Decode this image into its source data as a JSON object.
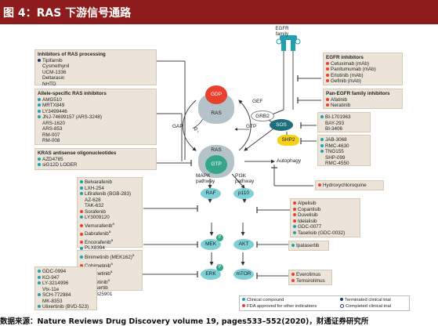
{
  "header": {
    "title": "图 4：RAS 下游信号通路"
  },
  "footer": {
    "source": "数据来源：Nature Reviews Drug Discovery volume 19, pages533–552(2020)，财通证券研究所"
  },
  "receptor": {
    "line1": "EGFR",
    "line2": "family"
  },
  "nodes": {
    "ras_gdp_top": "RAS",
    "gdp": "GDP",
    "ras_gtp_top": "RAS",
    "gtp": "GTP",
    "grb2": "GRB2",
    "sos": "SOS",
    "shp2": "SHP2",
    "raf": "RAF",
    "mek": "MEK",
    "erk": "ERK",
    "p110": "p110",
    "akt": "AKT",
    "mtor": "mTOR",
    "p": "P"
  },
  "labels": {
    "gap": "GAP",
    "gef": "GEF",
    "gtp": "GTP",
    "pi": "P",
    "pi_sub": "i",
    "autophagy": "Autophagy",
    "mapk": "MAPK",
    "mapk2": "pathway",
    "pi3k": "PI3K",
    "pi3k2": "pathway"
  },
  "boxes": {
    "ras_processing": {
      "title": "Inhibitors of RAS processing",
      "items": [
        {
          "dot": "term",
          "text": "Tipifarnib"
        },
        {
          "dot": "none",
          "text": "Cysmethynil"
        },
        {
          "dot": "none",
          "text": "UCM-1336"
        },
        {
          "dot": "none",
          "text": "Deltarasin"
        },
        {
          "dot": "none",
          "text": "NHTD"
        }
      ]
    },
    "allele_specific": {
      "title": "Allele-specific RAS inhibitors",
      "items": [
        {
          "dot": "clin",
          "text": "AMG510"
        },
        {
          "dot": "clin",
          "text": "MRTX849"
        },
        {
          "dot": "clin",
          "text": "LY3499446"
        },
        {
          "dot": "clin",
          "text": "JNJ-74699157 (ARS-3248)"
        },
        {
          "dot": "none",
          "text": "ARS-1620"
        },
        {
          "dot": "none",
          "text": "ARS-853"
        },
        {
          "dot": "none",
          "text": "RM-007"
        },
        {
          "dot": "none",
          "text": "RM-008"
        }
      ]
    },
    "antisense": {
      "title": "KRAS antisense oligonucleotides",
      "items": [
        {
          "dot": "clin",
          "text": "AZD4785"
        },
        {
          "dot": "clin",
          "text": "siG12D LODER"
        }
      ]
    },
    "egfr": {
      "title": "EGFR inhibitors",
      "items": [
        {
          "dot": "fda",
          "text": "Cetuximab (mAb)"
        },
        {
          "dot": "fda",
          "text": "Panitumumab (mAb)"
        },
        {
          "dot": "fda",
          "text": "Erlotinib (mAb)"
        },
        {
          "dot": "fda",
          "text": "Gefinib (mAb)"
        }
      ]
    },
    "pan_egfr": {
      "title": "Pan-EGFR family inhibitors",
      "items": [
        {
          "dot": "fda",
          "text": "Afatinib"
        },
        {
          "dot": "fda",
          "text": "Neratinib"
        }
      ]
    },
    "sos_inh": {
      "items": [
        {
          "dot": "clin",
          "text": "BI-1701963"
        },
        {
          "dot": "none",
          "text": "BAY-293"
        },
        {
          "dot": "none",
          "text": "BI-3406"
        }
      ]
    },
    "shp2_inh": {
      "items": [
        {
          "dot": "clin",
          "text": "JAB-3068"
        },
        {
          "dot": "clin",
          "text": "RMC-4630"
        },
        {
          "dot": "clin",
          "text": "TNO155"
        },
        {
          "dot": "none",
          "text": "SHP-099"
        },
        {
          "dot": "none",
          "text": "RMC-4550"
        }
      ]
    },
    "hcq": {
      "items": [
        {
          "dot": "fda",
          "text": "Hydroxychloroquine"
        }
      ]
    },
    "raf_inh": {
      "items": [
        {
          "dot": "clin",
          "text": "Belvarafenib"
        },
        {
          "dot": "clin",
          "text": "LXH-254"
        },
        {
          "dot": "clin",
          "text": "Lifirafenib (BGB-283)"
        },
        {
          "dot": "none",
          "text": "AZ-628"
        },
        {
          "dot": "none",
          "text": "TAK-632"
        },
        {
          "dot": "fda",
          "text": "Sorafenib"
        },
        {
          "dot": "clin",
          "text": "LY3009120"
        },
        {
          "dot": "fda",
          "text": "Vemurafenib",
          "sup": "a"
        },
        {
          "dot": "fda",
          "text": "Dabrafenib",
          "sup": "a"
        },
        {
          "dot": "fda",
          "text": "Encorafenib",
          "sup": "a"
        },
        {
          "dot": "clin",
          "text": "PLX8394"
        }
      ]
    },
    "mek_inh": {
      "items": [
        {
          "dot": "clin",
          "text": "Binimetinib (MEK162)",
          "sup": "a"
        },
        {
          "dot": "fda",
          "text": "Cobimetinib",
          "sup": "a"
        },
        {
          "dot": "clin",
          "text": "Selumetinib",
          "sup": "a"
        },
        {
          "dot": "fda",
          "text": "Trametinib",
          "sup": "a"
        },
        {
          "dot": "clin",
          "text": "Pimasertib"
        },
        {
          "dot": "clin",
          "text": "PD-0325901"
        }
      ]
    },
    "erk_inh": {
      "items": [
        {
          "dot": "clin",
          "text": "GDC-0994"
        },
        {
          "dot": "clin",
          "text": "KO-947"
        },
        {
          "dot": "clin",
          "text": "LY-3214996"
        },
        {
          "dot": "none",
          "text": "Vtx-11e"
        },
        {
          "dot": "clin",
          "text": "SCH-772984"
        },
        {
          "dot": "none",
          "text": "MK-8353"
        },
        {
          "dot": "clin",
          "text": "Ulixertinib (BVD-523)"
        }
      ]
    },
    "p110_inh": {
      "items": [
        {
          "dot": "fda",
          "text": "Alpelisib"
        },
        {
          "dot": "fda",
          "text": "Copanlisib"
        },
        {
          "dot": "fda",
          "text": "Duvelisib"
        },
        {
          "dot": "fda",
          "text": "Idelalisib"
        },
        {
          "dot": "clin",
          "text": "GDC-0077"
        },
        {
          "dot": "clin",
          "text": "Taselisib (GDC-0032)"
        }
      ]
    },
    "akt_inh": {
      "items": [
        {
          "dot": "clin",
          "text": "Ipatasertib"
        }
      ]
    },
    "mtor_inh": {
      "items": [
        {
          "dot": "fda",
          "text": "Everolimus"
        },
        {
          "dot": "fda",
          "text": "Temsirolimus"
        }
      ]
    }
  },
  "legend": {
    "clinical": "Clinical compound",
    "fda": "FDA approved for other indications",
    "terminated": "Terminated clinical trial",
    "completed": "Completed clinical trial"
  },
  "colors": {
    "header_bg": "#8e1c1c",
    "gdp": "#e8412e",
    "gtp": "#35a68a",
    "ras_body": "#b4c2ca",
    "grb2": "#ffffff",
    "sos": "#1f6f7a",
    "shp2": "#f2d11a",
    "kinase": "#7fcfd6",
    "clinical_dot": "#1f9fb0",
    "fda_dot": "#e8412e",
    "terminated_dot": "#1f3a6e",
    "box_bg": "#ece4d8"
  }
}
